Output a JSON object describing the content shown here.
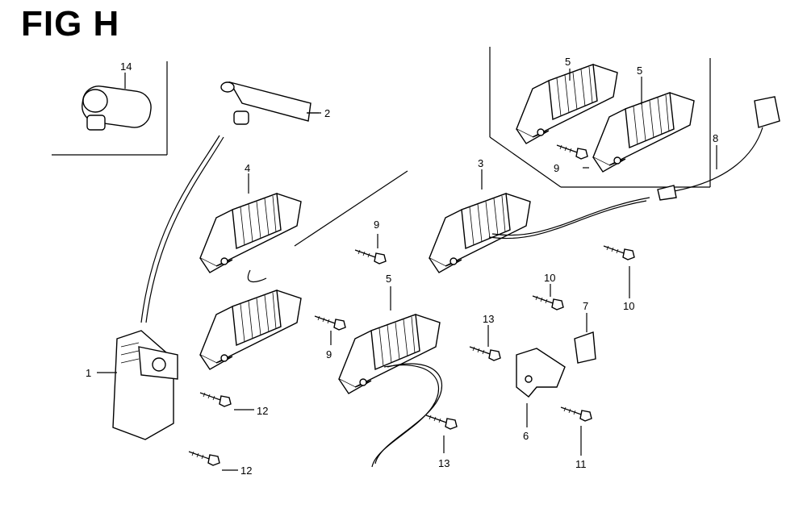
{
  "figure": {
    "title": "FIG H"
  },
  "callouts": [
    {
      "id": "c14",
      "label": "14"
    },
    {
      "id": "c2",
      "label": "2"
    },
    {
      "id": "c4",
      "label": "4"
    },
    {
      "id": "c1",
      "label": "1"
    },
    {
      "id": "c12a",
      "label": "12"
    },
    {
      "id": "c12b",
      "label": "12"
    },
    {
      "id": "c9a",
      "label": "9"
    },
    {
      "id": "c9b",
      "label": "9"
    },
    {
      "id": "c9c",
      "label": "9"
    },
    {
      "id": "c5a",
      "label": "5"
    },
    {
      "id": "c5b",
      "label": "5"
    },
    {
      "id": "c5c",
      "label": "5"
    },
    {
      "id": "c3",
      "label": "3"
    },
    {
      "id": "c8",
      "label": "8"
    },
    {
      "id": "c10a",
      "label": "10"
    },
    {
      "id": "c10b",
      "label": "10"
    },
    {
      "id": "c7",
      "label": "7"
    },
    {
      "id": "c13a",
      "label": "13"
    },
    {
      "id": "c13b",
      "label": "13"
    },
    {
      "id": "c6",
      "label": "6"
    },
    {
      "id": "c11",
      "label": "11"
    }
  ]
}
